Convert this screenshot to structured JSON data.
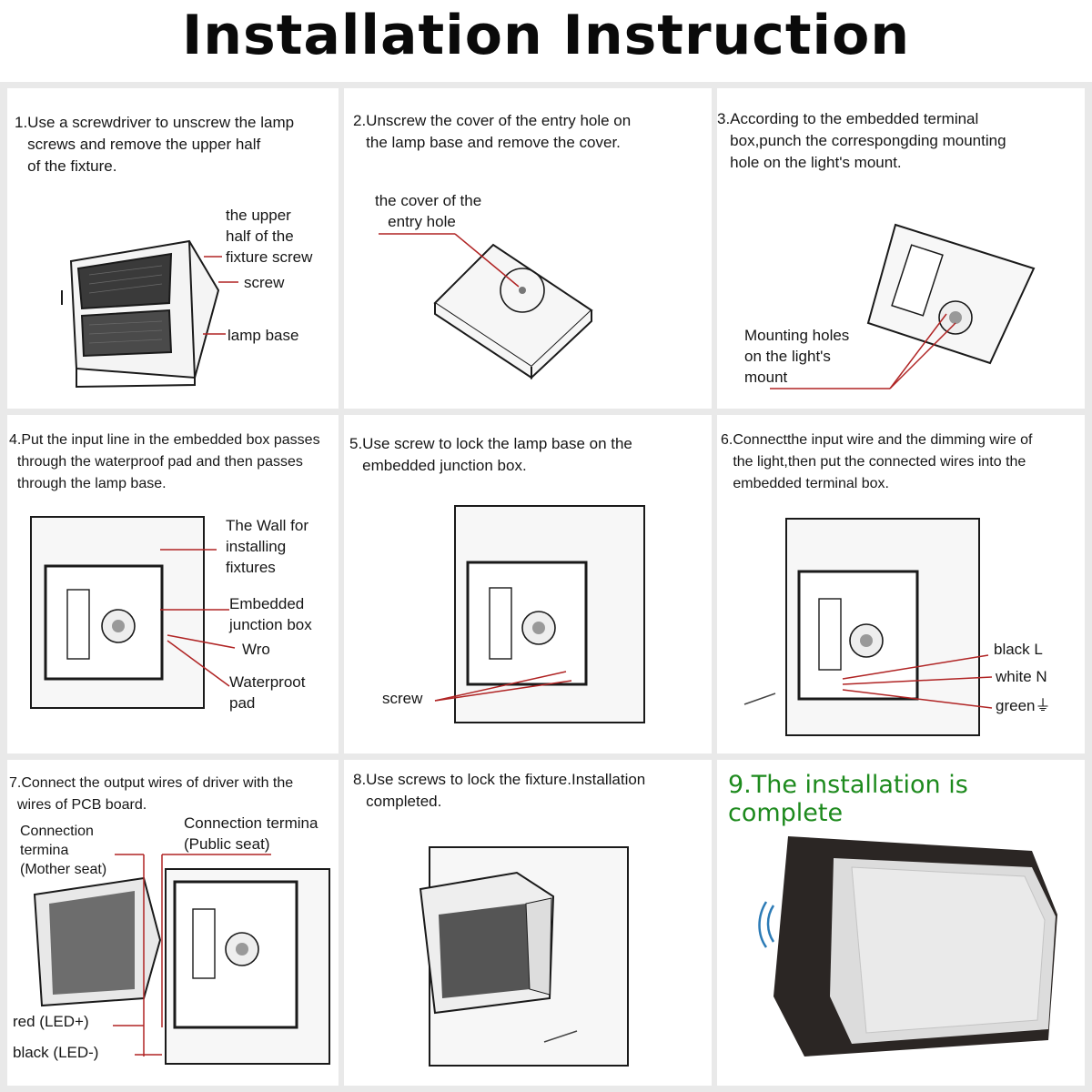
{
  "title": "Installation Instruction",
  "colors": {
    "leader": "#b02424",
    "complete_text": "#1d8a1d",
    "panel_bg": "#ffffff",
    "grid_bg": "#e9e9e9"
  },
  "steps": [
    {
      "text": "1.Use a screwdriver to unscrew the lamp\n   screws and remove the upper half\n   of the fixture.",
      "labels": [
        "the upper\nhalf of the\nfixture screw",
        "screw",
        "lamp base"
      ]
    },
    {
      "text": "2.Unscrew the cover of the entry hole on\n   the lamp base and remove the cover.",
      "labels": [
        "the cover of the\n   entry hole"
      ]
    },
    {
      "text": "3.According to the embedded terminal\n   box,punch the correspongding mounting\n   hole on the light's mount.",
      "labels": [
        "Mounting holes\non the light's\nmount"
      ]
    },
    {
      "text": "4.Put the input line in the embedded box passes\n  through the waterproof pad and then passes\n  through the lamp base.",
      "labels": [
        "The Wall for\ninstalling\nfixtures",
        "Embedded\njunction box",
        "Wro",
        "Waterproot\npad"
      ]
    },
    {
      "text": "5.Use screw to lock the lamp base on the\n   embedded junction box.",
      "labels": [
        "screw"
      ]
    },
    {
      "text": "6.Connectthe input wire and the dimming wire of\n   the light,then put the connected wires into the\n   embedded terminal box.",
      "labels": [
        "black L",
        "white N",
        "green⏚"
      ]
    },
    {
      "text": "7.Connect the output wires of driver with the\n  wires of PCB board.",
      "labels": [
        "Connection\ntermina\n(Mother seat)",
        "Connection termina\n(Public seat)",
        "red (LED+)",
        "black (LED-)"
      ]
    },
    {
      "text": "8.Use screws to lock the fixture.Installation\n   completed.",
      "labels": []
    },
    {
      "text": "9.The installation is complete",
      "labels": []
    }
  ]
}
